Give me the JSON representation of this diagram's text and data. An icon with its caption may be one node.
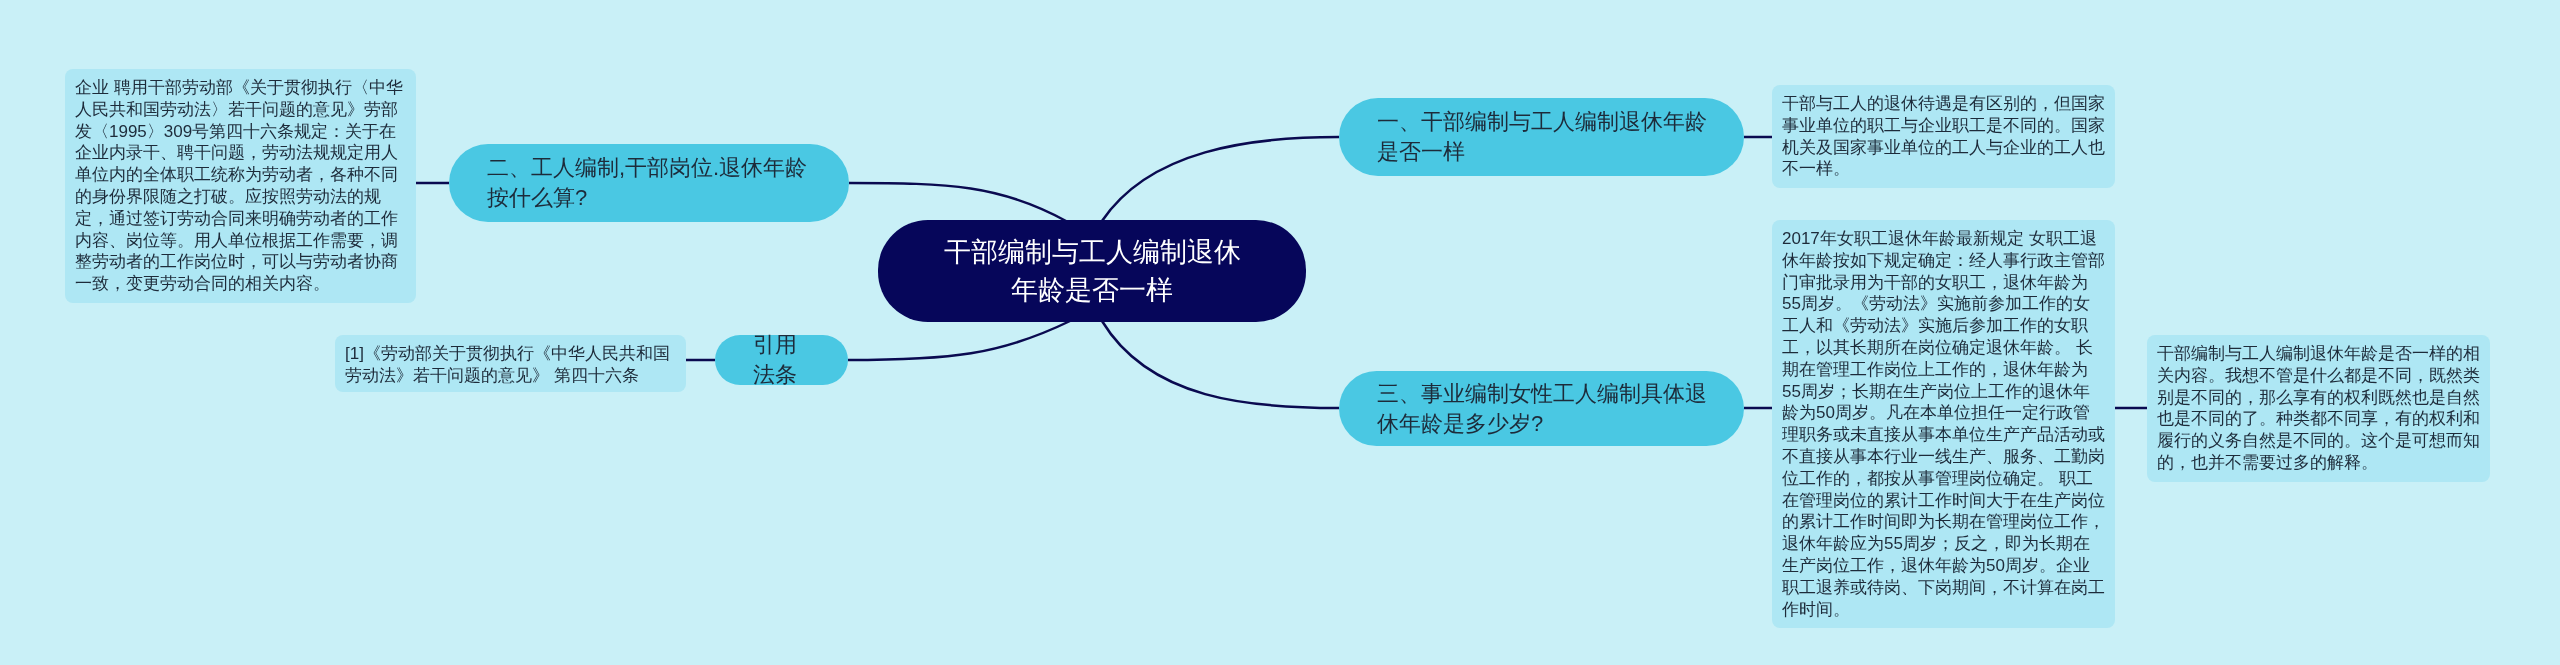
{
  "diagram": {
    "nodes": [
      {
        "text": [
          "干部编制与工人编制退休年龄是否一样"
        ]
      },
      {
        "text": [
          "一、干部编制与工人编制退休年龄是否一样"
        ]
      },
      {
        "text": [
          "干部与工人的退休待遇是有区别的，但国家事业单位的职工与企业职工是不同的。国家机关及国家事业单位的工人与企业的工人也不一样。"
        ]
      },
      {
        "text": [
          "二、工人编制,干部岗位.退休年龄按什么算?"
        ]
      },
      {
        "text": [
          "企业 聘用干部劳动部《关于贯彻执行〈中华人民共和国劳动法〉若干问题的意见》劳部发〈1995〉309号第四十六条规定：关于在企业内录干、聘干问题，劳动法规规定用人单位内的全体职工统称为劳动者，各种不同的身份界限随之打破。应按照劳动法的规定，通过签订劳动合同来明确劳动者的工作内容、岗位等。用人单位根据工作需要，调整劳动者的工作岗位时，可以与劳动者协商一致，变更劳动合同的相关内容。"
        ]
      },
      {
        "text": [
          "引用法条"
        ]
      },
      {
        "text": [
          "[1]《劳动部关于贯彻执行《中华人民共和国劳动法》若干问题的意见》 第四十六条"
        ]
      },
      {
        "text": [
          "三、事业编制女性工人编制具体退休年龄是多少岁?"
        ]
      },
      {
        "text": [
          "2017年女职工退休年龄最新规定 女职工退休年龄按如下规定确定：经人事行政主管部门审批录用为干部的女职工，退休年龄为55周岁。《劳动法》实施前参加工作的女工人和《劳动法》实施后参加工作的女职工，以其长期所在岗位确定退休年龄。 长期在管理工作岗位上工作的，退休年龄为55周岁；长期在生产岗位上工作的退休年龄为50周岁。凡在本单位担任一定行政管理职务或未直接从事本单位生产产品活动或不直接从事本行业一线生产、服务、工勤岗位工作的，都按从事管理岗位确定。 职工在管理岗位的累计工作时间大于在生产岗位的累计工作时间即为长期在管理岗位工作，退休年龄应为55周岁；反之，即为长期在生产岗位工作，退休年龄为50周岁。企业职工退养或待岗、下岗期间，不计算在岗工作时间。"
        ]
      },
      {
        "text": [
          "干部编制与工人编制退休年龄是否一样的相关内容。我想不管是什么都是不同，既然类别是不同的，那么享有的权利既然也是自然也是不同的了。种类都不同享，有的权利和履行的义务自然是不同的。这个是可想而知的，也并不需要过多的解释。"
        ]
      }
    ],
    "edges": [
      {
        "from": 0,
        "to": 1,
        "arrow": "none"
      },
      {
        "from": 1,
        "to": 2,
        "arrow": "none"
      },
      {
        "from": 0,
        "to": 3,
        "arrow": "none"
      },
      {
        "from": 3,
        "to": 4,
        "arrow": "none"
      },
      {
        "from": 0,
        "to": 5,
        "arrow": "none"
      },
      {
        "from": 5,
        "to": 6,
        "arrow": "none"
      },
      {
        "from": 0,
        "to": 7,
        "arrow": "none"
      },
      {
        "from": 7,
        "to": 8,
        "arrow": "none"
      },
      {
        "from": 8,
        "to": 9,
        "arrow": "none"
      }
    ]
  }
}
